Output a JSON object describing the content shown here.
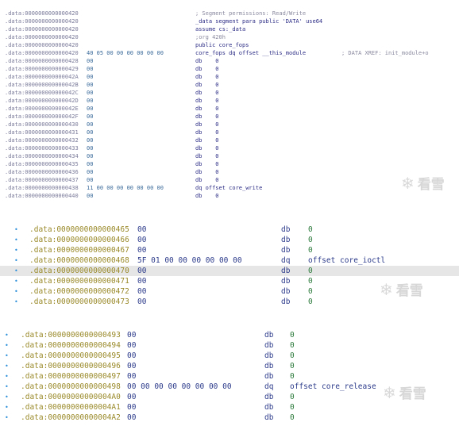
{
  "panel1": {
    "lines": [
      {
        "addr": ".data:0000000000000420",
        "bytes": "",
        "ins": "; Segment permissions: Read/Write",
        "comment": "",
        "grey": true
      },
      {
        "addr": ".data:0000000000000420",
        "bytes": "",
        "ins": "_data segment para public 'DATA' use64",
        "comment": ""
      },
      {
        "addr": ".data:0000000000000420",
        "bytes": "",
        "ins": "assume cs:_data",
        "comment": ""
      },
      {
        "addr": ".data:0000000000000420",
        "bytes": "",
        "ins": ";org 420h",
        "comment": "",
        "grey": true
      },
      {
        "addr": ".data:0000000000000420",
        "bytes": "",
        "ins": "public core_fops",
        "comment": ""
      },
      {
        "addr": ".data:0000000000000420",
        "bytes": "40 05 00 00 00 00 00 00",
        "ins": "core_fops dq offset __this_module",
        "comment": "; DATA XREF: init_module+o"
      },
      {
        "addr": ".data:0000000000000428",
        "bytes": "00",
        "ins": "db    0",
        "comment": ""
      },
      {
        "addr": ".data:0000000000000429",
        "bytes": "00",
        "ins": "db    0",
        "comment": ""
      },
      {
        "addr": ".data:000000000000042A",
        "bytes": "00",
        "ins": "db    0",
        "comment": ""
      },
      {
        "addr": ".data:000000000000042B",
        "bytes": "00",
        "ins": "db    0",
        "comment": ""
      },
      {
        "addr": ".data:000000000000042C",
        "bytes": "00",
        "ins": "db    0",
        "comment": ""
      },
      {
        "addr": ".data:000000000000042D",
        "bytes": "00",
        "ins": "db    0",
        "comment": ""
      },
      {
        "addr": ".data:000000000000042E",
        "bytes": "00",
        "ins": "db    0",
        "comment": ""
      },
      {
        "addr": ".data:000000000000042F",
        "bytes": "00",
        "ins": "db    0",
        "comment": ""
      },
      {
        "addr": ".data:0000000000000430",
        "bytes": "00",
        "ins": "db    0",
        "comment": ""
      },
      {
        "addr": ".data:0000000000000431",
        "bytes": "00",
        "ins": "db    0",
        "comment": ""
      },
      {
        "addr": ".data:0000000000000432",
        "bytes": "00",
        "ins": "db    0",
        "comment": ""
      },
      {
        "addr": ".data:0000000000000433",
        "bytes": "00",
        "ins": "db    0",
        "comment": ""
      },
      {
        "addr": ".data:0000000000000434",
        "bytes": "00",
        "ins": "db    0",
        "comment": ""
      },
      {
        "addr": ".data:0000000000000435",
        "bytes": "00",
        "ins": "db    0",
        "comment": ""
      },
      {
        "addr": ".data:0000000000000436",
        "bytes": "00",
        "ins": "db    0",
        "comment": ""
      },
      {
        "addr": ".data:0000000000000437",
        "bytes": "00",
        "ins": "db    0",
        "comment": ""
      },
      {
        "addr": ".data:0000000000000438",
        "bytes": "11 00 00 00 00 00 00 00",
        "ins": "dq offset core_write",
        "comment": ""
      },
      {
        "addr": ".data:0000000000000440",
        "bytes": "00",
        "ins": "db    0",
        "comment": ""
      }
    ]
  },
  "panel2": {
    "lines": [
      {
        "addr": ".data:0000000000000465",
        "bytes": "00",
        "mnem": "db",
        "op": "0"
      },
      {
        "addr": ".data:0000000000000466",
        "bytes": "00",
        "mnem": "db",
        "op": "0"
      },
      {
        "addr": ".data:0000000000000467",
        "bytes": "00",
        "mnem": "db",
        "op": "0"
      },
      {
        "addr": ".data:0000000000000468",
        "bytes": "5F 01 00 00 00 00 00 00",
        "mnem": "dq",
        "op": "offset core_ioctl",
        "name": true
      },
      {
        "addr": ".data:0000000000000470",
        "bytes": "00",
        "mnem": "db",
        "op": "0",
        "highlight": true
      },
      {
        "addr": ".data:0000000000000471",
        "bytes": "00",
        "mnem": "db",
        "op": "0"
      },
      {
        "addr": ".data:0000000000000472",
        "bytes": "00",
        "mnem": "db",
        "op": "0"
      },
      {
        "addr": ".data:0000000000000473",
        "bytes": "00",
        "mnem": "db",
        "op": "0"
      }
    ]
  },
  "panel3": {
    "lines": [
      {
        "addr": ".data:0000000000000493",
        "bytes": "00",
        "mnem": "db",
        "op": "0"
      },
      {
        "addr": ".data:0000000000000494",
        "bytes": "00",
        "mnem": "db",
        "op": "0"
      },
      {
        "addr": ".data:0000000000000495",
        "bytes": "00",
        "mnem": "db",
        "op": "0"
      },
      {
        "addr": ".data:0000000000000496",
        "bytes": "00",
        "mnem": "db",
        "op": "0"
      },
      {
        "addr": ".data:0000000000000497",
        "bytes": "00",
        "mnem": "db",
        "op": "0"
      },
      {
        "addr": ".data:0000000000000498",
        "bytes": "00 00 00 00 00 00 00 00",
        "mnem": "dq",
        "op": "offset core_release",
        "name": true
      },
      {
        "addr": ".data:00000000000004A0",
        "bytes": "00",
        "mnem": "db",
        "op": "0"
      },
      {
        "addr": ".data:00000000000004A1",
        "bytes": "00",
        "mnem": "db",
        "op": "0"
      },
      {
        "addr": ".data:00000000000004A2",
        "bytes": "00",
        "mnem": "db",
        "op": "0"
      }
    ]
  },
  "watermark": {
    "flake": "❄",
    "text": "看雪"
  },
  "dot_glyph": "•"
}
